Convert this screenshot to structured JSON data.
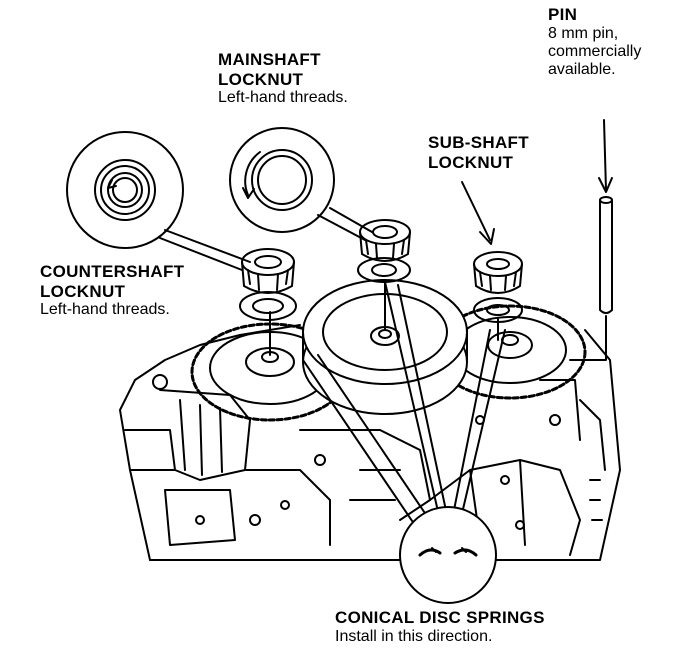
{
  "labels": {
    "mainshaft": {
      "title_line1": "MAINSHAFT",
      "title_line2": "LOCKNUT",
      "note": "Left-hand threads."
    },
    "sub_shaft": {
      "title_line1": "SUB-SHAFT",
      "title_line2": "LOCKNUT"
    },
    "countershaft": {
      "title_line1": "COUNTERSHAFT",
      "title_line2": "LOCKNUT",
      "note": "Left-hand threads."
    },
    "pin": {
      "title": "PIN",
      "note_line1": "8 mm pin,",
      "note_line2": "commercially",
      "note_line3": "available."
    },
    "conical_springs": {
      "title": "CONICAL DISC SPRINGS",
      "note": "Install in this direction."
    }
  },
  "colors": {
    "ink": "#000000",
    "paper": "#ffffff"
  }
}
